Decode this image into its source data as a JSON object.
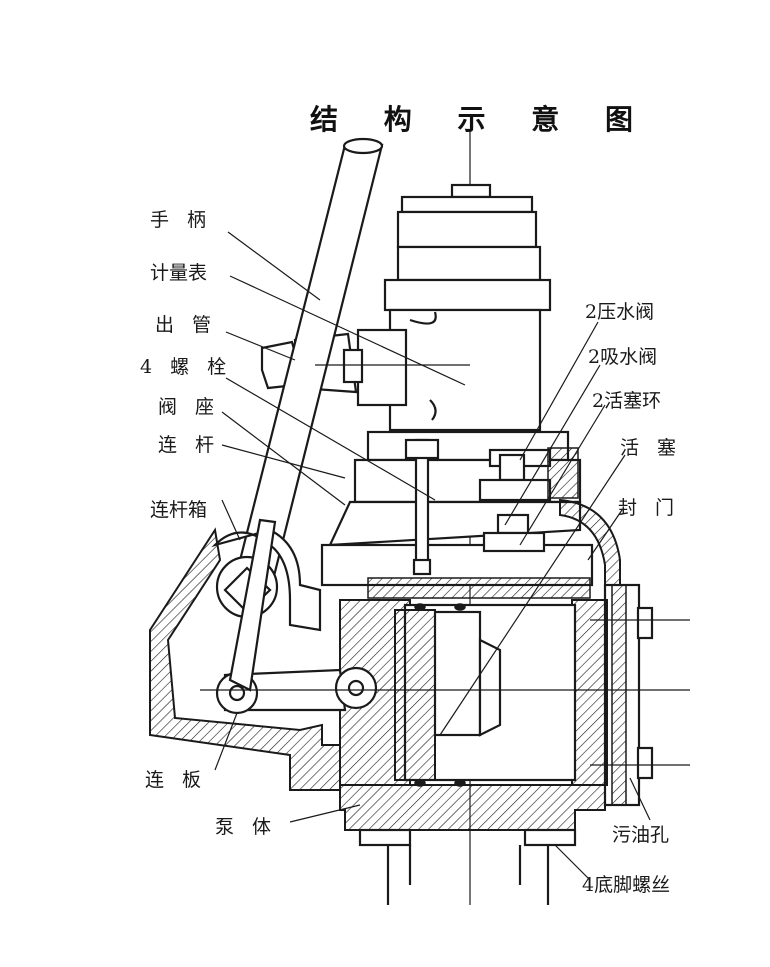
{
  "title": "结 构 示 意 图",
  "labels": {
    "handle": "手  柄",
    "gauge": "计量表",
    "outlet_pipe": "出  管",
    "bolts4": "4 螺 栓",
    "valve_seat": "阀 座",
    "connecting_rod": "连  杆",
    "rod_box": "连杆箱",
    "link_plate": "连  板",
    "pump_body": "泵  体",
    "pressure_valve": "2压水阀",
    "suction_valve": "2吸水阀",
    "piston_ring": "2活塞环",
    "piston": "活  塞",
    "seal_door": "封  门",
    "drain_hole": "污油孔",
    "foot_screws": "4底脚螺丝"
  }
}
